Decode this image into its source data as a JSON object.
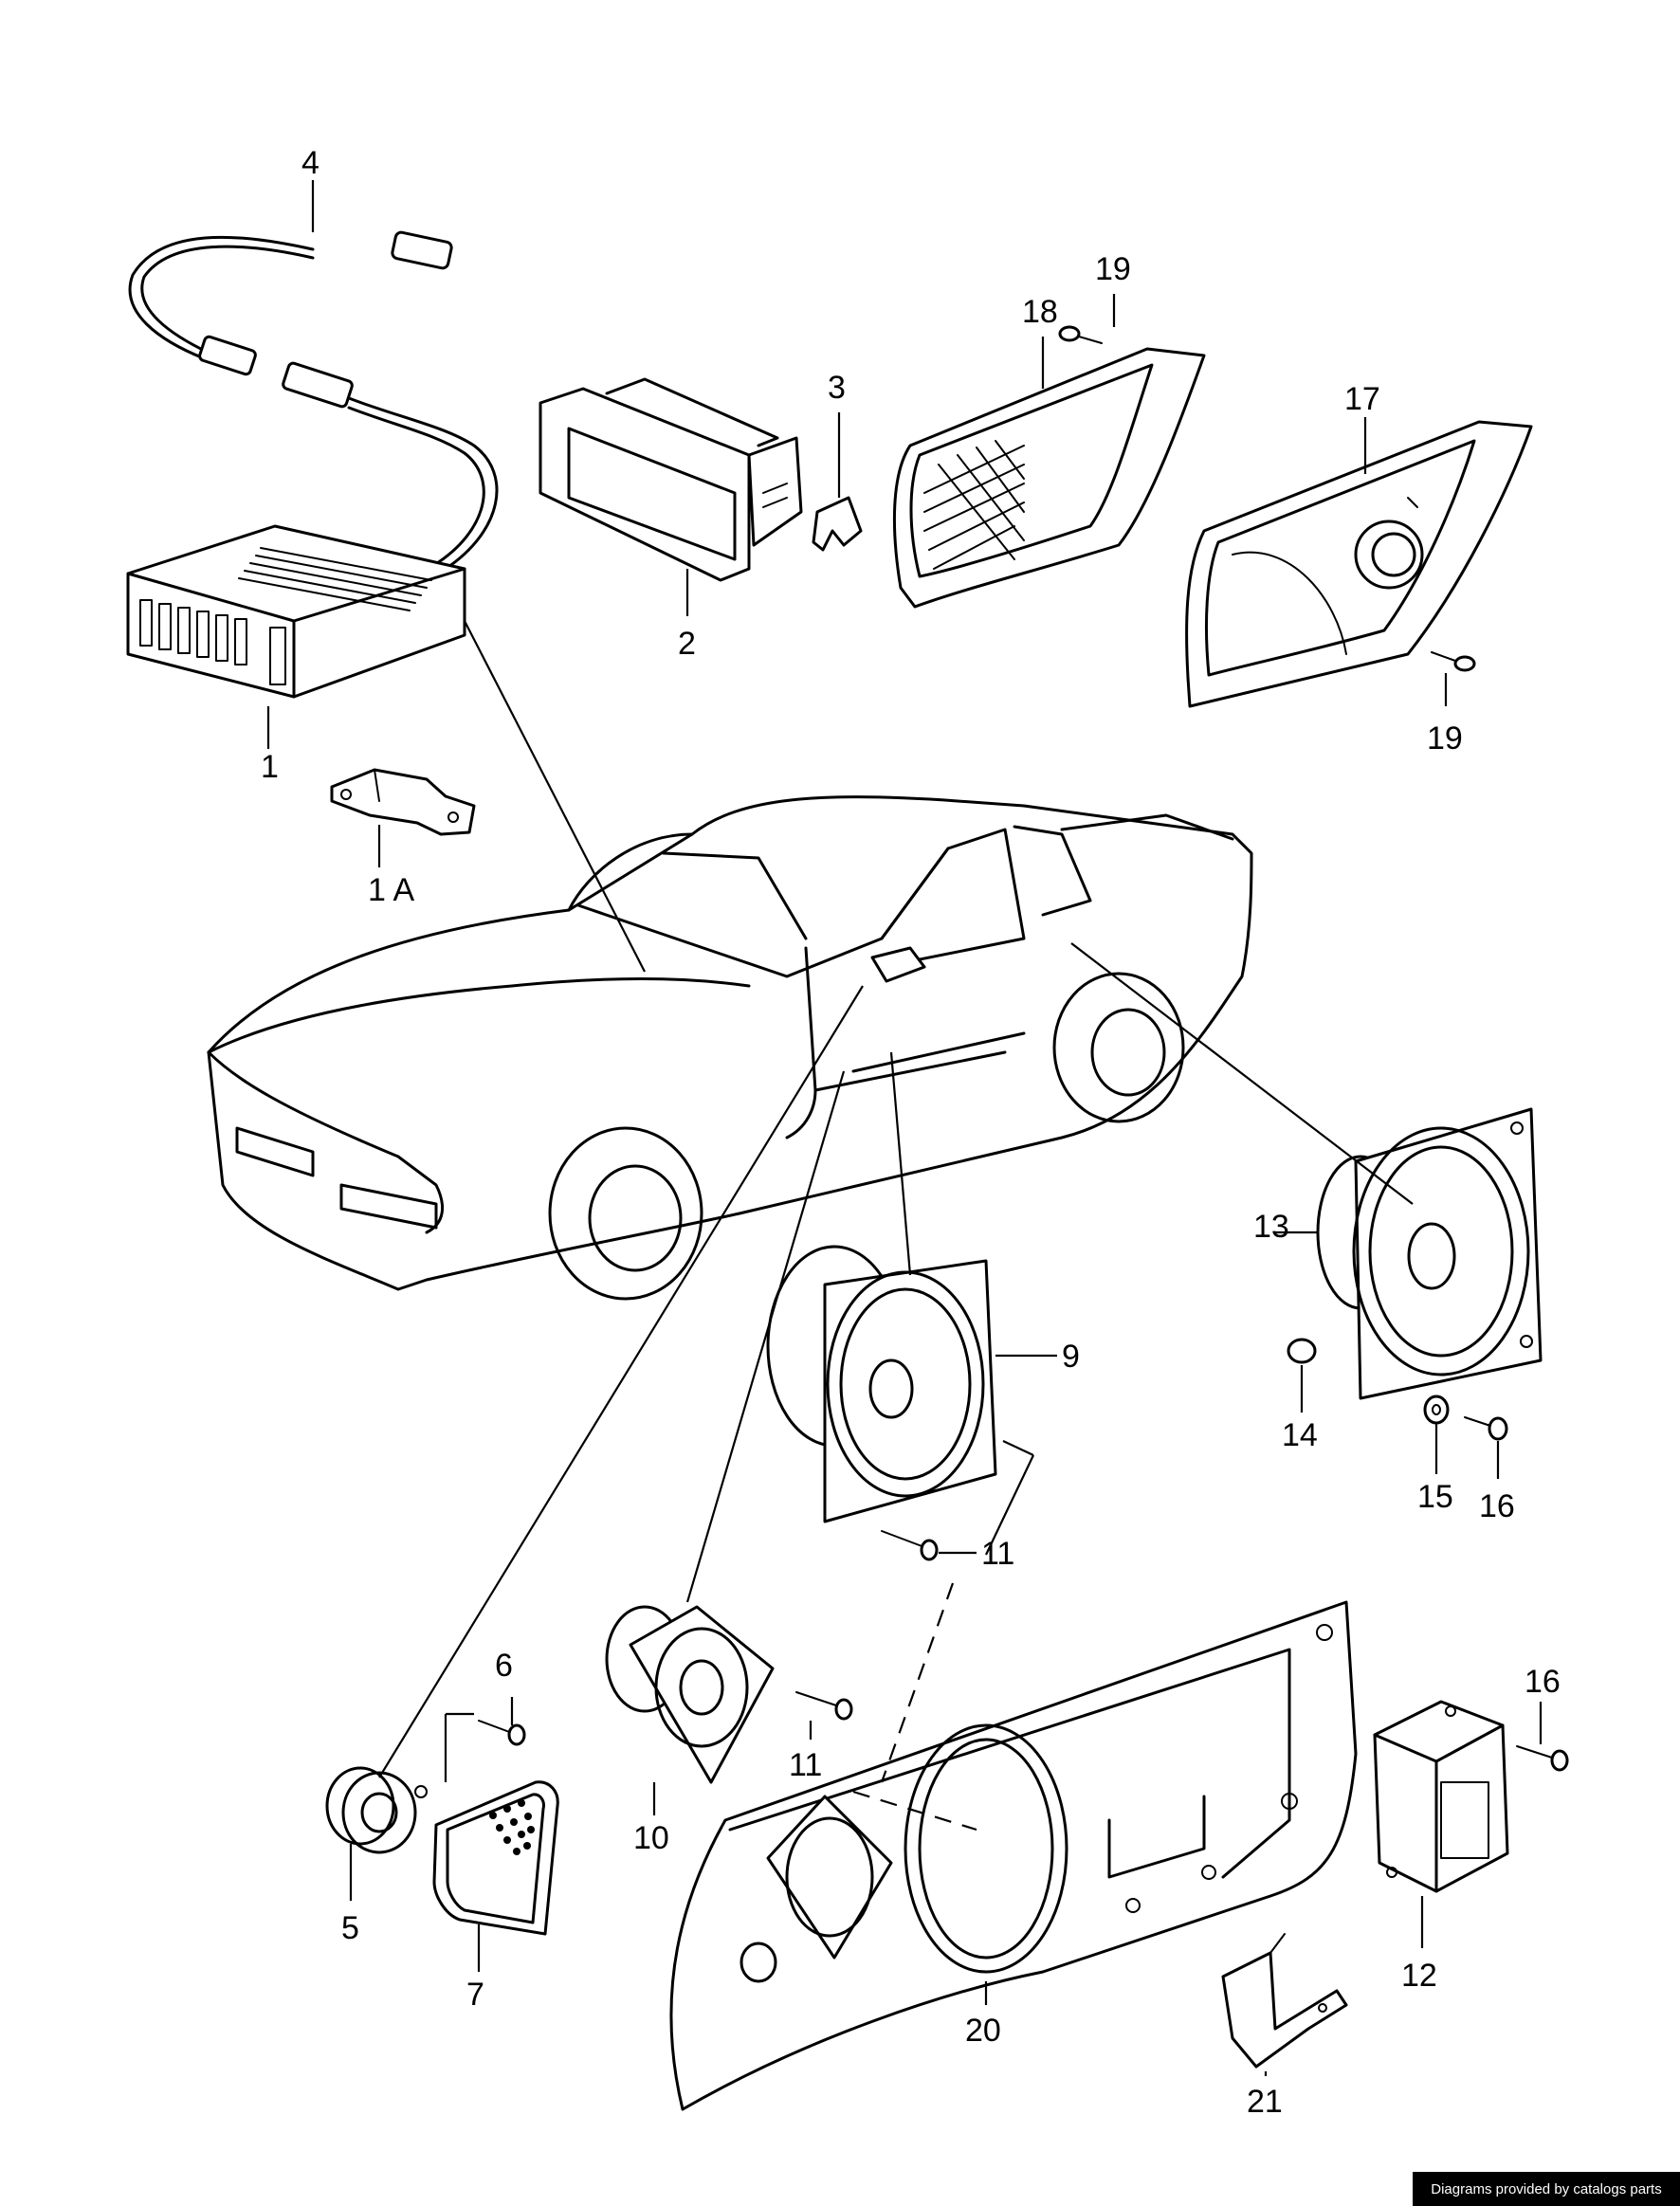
{
  "labels": {
    "p1": "1",
    "p1a": "1 A",
    "p2": "2",
    "p3": "3",
    "p4": "4",
    "p5": "5",
    "p6": "6",
    "p7": "7",
    "p9": "9",
    "p10": "10",
    "p11a": "11",
    "p11b": "11",
    "p12": "12",
    "p13": "13",
    "p14": "14",
    "p15": "15",
    "p16a": "16",
    "p16b": "16",
    "p17": "17",
    "p18": "18",
    "p19a": "19",
    "p19b": "19",
    "p20": "20",
    "p21": "21"
  },
  "credit": "Diagrams provided by catalogs parts"
}
